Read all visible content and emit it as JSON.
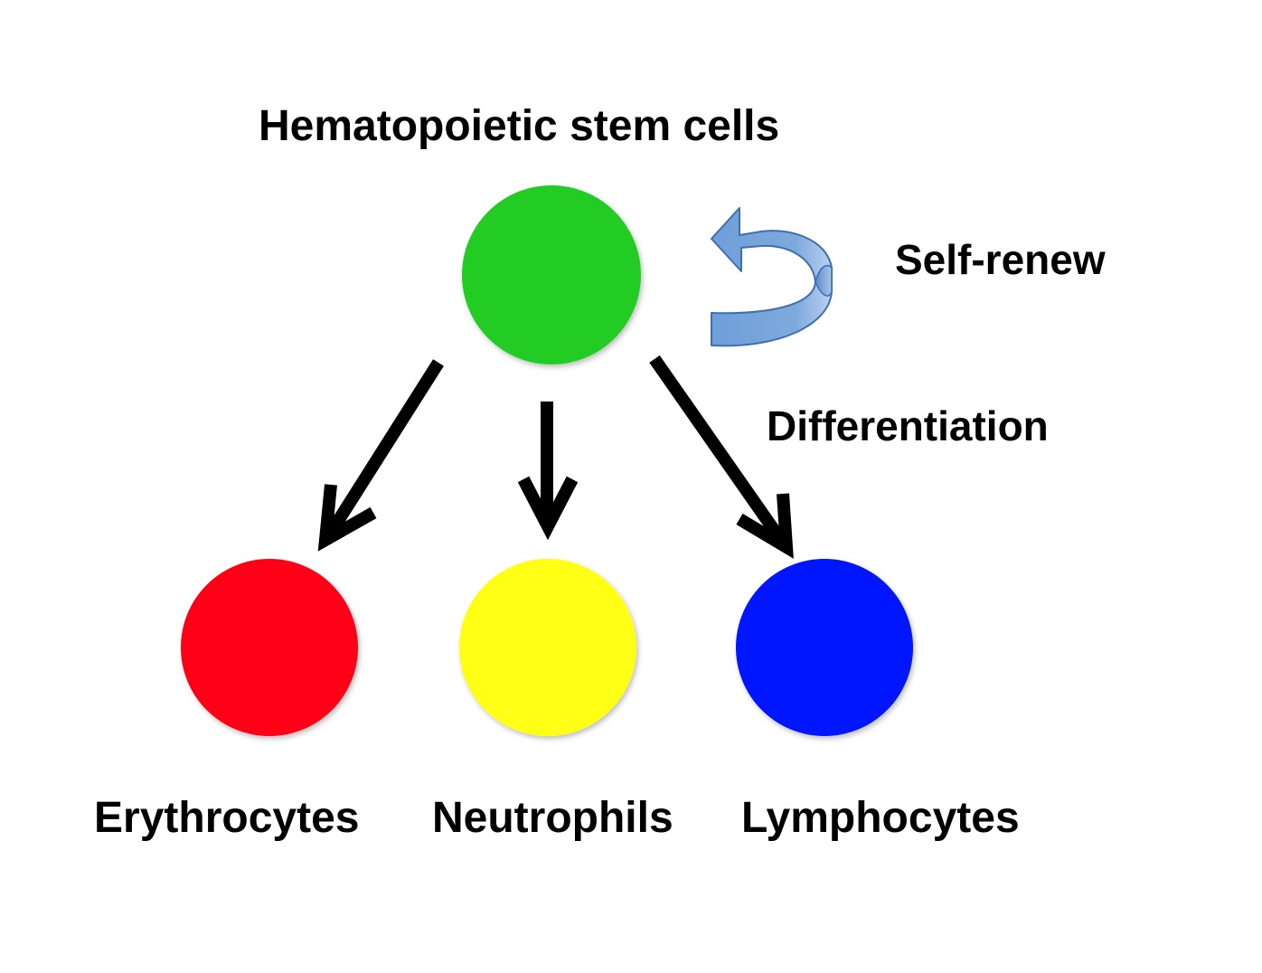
{
  "diagram": {
    "title": "Hematopoietic stem cells",
    "self_renew_label": "Self-renew",
    "differentiation_label": "Differentiation",
    "stem_cell": {
      "color": "#22cc22"
    },
    "cells": [
      {
        "name": "Erythrocytes",
        "color": "#ff0016"
      },
      {
        "name": "Neutrophils",
        "color": "#ffff14"
      },
      {
        "name": "Lymphocytes",
        "color": "#0014ff"
      }
    ],
    "self_renew_arrow_color": "#5b8fd0"
  }
}
